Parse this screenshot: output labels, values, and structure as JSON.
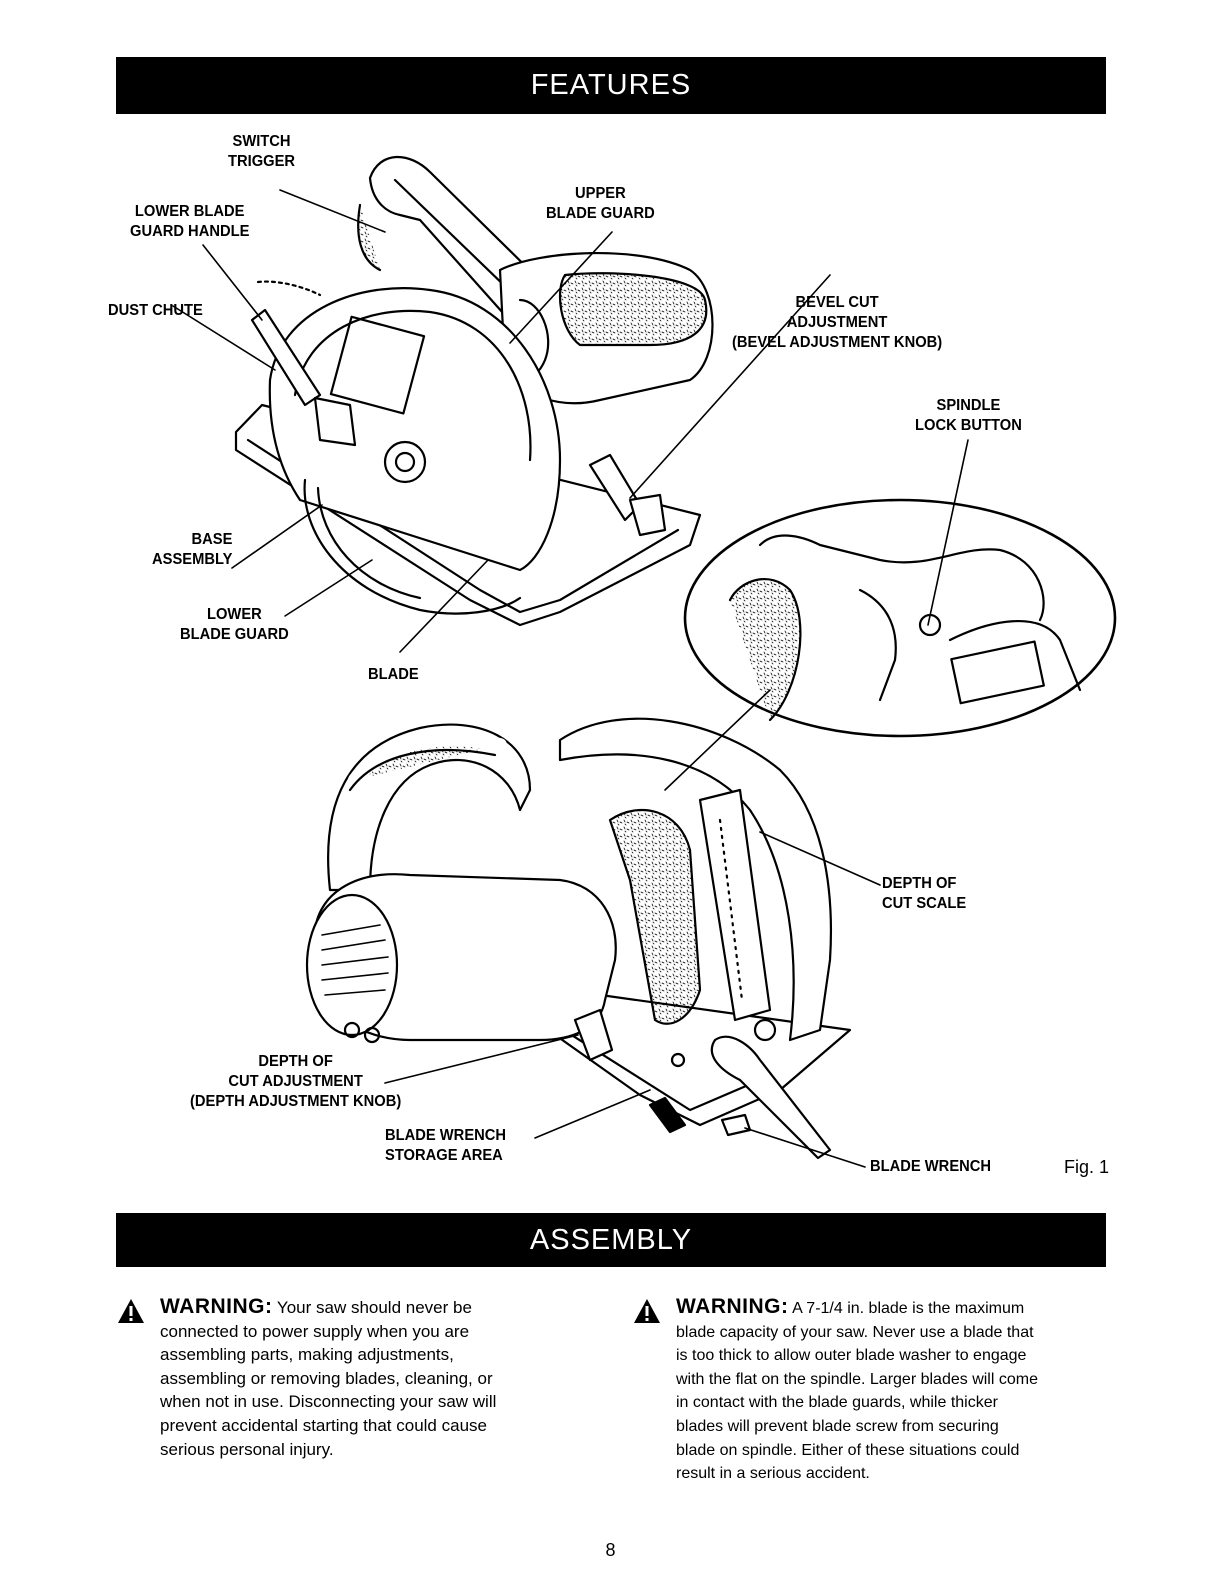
{
  "features": {
    "title": "FEATURES",
    "labels": {
      "switch_trigger": "SWITCH\nTRIGGER",
      "lower_blade_guard_handle": "LOWER BLADE\nGUARD HANDLE",
      "dust_chute": "DUST CHUTE",
      "upper_blade_guard": "UPPER\nBLADE GUARD",
      "bevel_cut_adjustment": "BEVEL CUT\nADJUSTMENT\n(BEVEL ADJUSTMENT KNOB)",
      "spindle_lock_button": "SPINDLE\nLOCK BUTTON",
      "base_assembly": "BASE\nASSEMBLY",
      "lower_blade_guard": "LOWER\nBLADE GUARD",
      "blade": "BLADE",
      "depth_of_cut_scale": "DEPTH OF\nCUT SCALE",
      "depth_of_cut_adjustment": "DEPTH OF\nCUT ADJUSTMENT\n(DEPTH ADJUSTMENT KNOB)",
      "blade_wrench_storage_area": "BLADE WRENCH\nSTORAGE AREA",
      "blade_wrench": "BLADE WRENCH"
    },
    "figure_label": "Fig. 1"
  },
  "assembly": {
    "title": "ASSEMBLY",
    "warnings": [
      {
        "heading": "WARNING:",
        "lead": " Your saw should never be",
        "body": "connected to power supply when you are\nassembling parts, making adjustments,\nassembling or removing blades, cleaning, or\nwhen not in use. Disconnecting your saw will\nprevent accidental starting that could cause\nserious personal injury."
      },
      {
        "heading": "WARNING:",
        "lead": " A 7-1/4 in. blade is the maximum",
        "body": "blade capacity of your saw. Never use a blade that\nis too thick to allow outer blade washer to engage\nwith the flat on the spindle. Larger blades will come\nin contact with the blade guards, while thicker\nblades will prevent blade screw from securing\nblade on spindle. Either of these situations could\nresult in a serious accident."
      }
    ]
  },
  "page_number": "8"
}
